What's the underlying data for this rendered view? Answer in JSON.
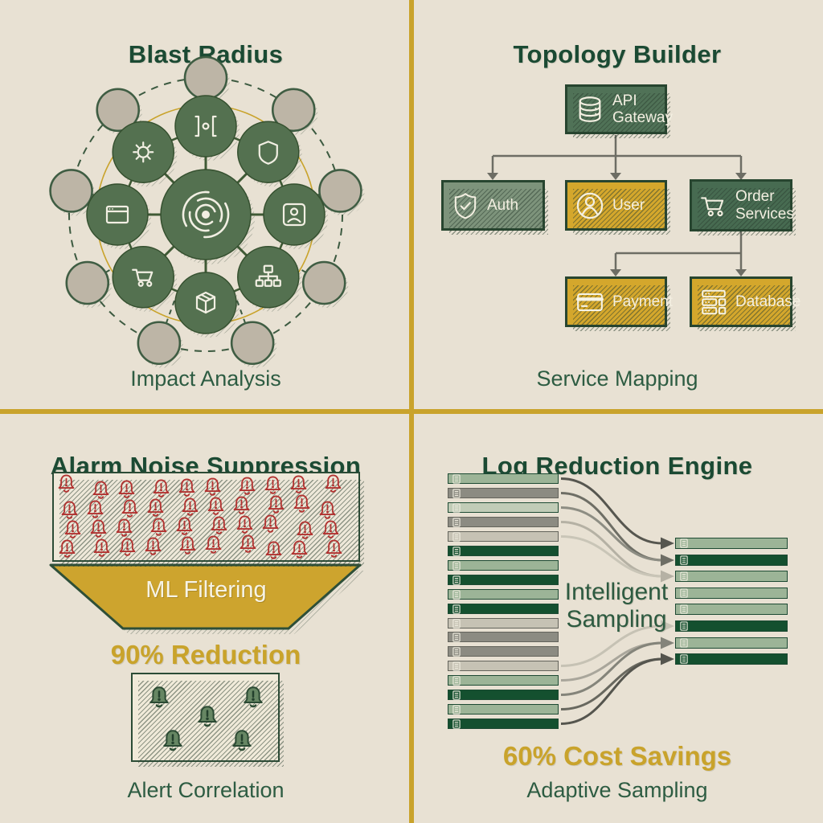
{
  "palette": {
    "bg": "#e8e1d3",
    "gold": "#c9a32b",
    "title_green": "#1b4a33",
    "caption_green": "#2d5c42",
    "alert_red": "#b23230",
    "icon_cream": "#f2efe3",
    "node_green": "#547150",
    "node_beige": "#bdb5a6",
    "line_green": "#3f5a35",
    "arrow_gray": "#6d6d64"
  },
  "quadrants": {
    "blast_radius": {
      "title": "Blast Radius",
      "caption": "Impact Analysis",
      "center_icon": "radar-pulse-icon",
      "inner_icons": [
        "gateway-icon",
        "shield-icon",
        "user-badge-icon",
        "sitemap-icon",
        "package-icon",
        "cart-icon",
        "browser-icon",
        "gear-icon"
      ],
      "outer_node_count": 9
    },
    "topology_builder": {
      "title": "Topology Builder",
      "caption": "Service Mapping",
      "nodes": [
        {
          "label": "API Gateway",
          "icon": "database-cylinder-icon",
          "variant": "green"
        },
        {
          "label": "Auth",
          "icon": "shield-check-icon",
          "variant": "sage"
        },
        {
          "label": "User",
          "icon": "user-circle-icon",
          "variant": "gold"
        },
        {
          "label": "Order Services",
          "icon": "cart-icon",
          "variant": "dkgreen"
        },
        {
          "label": "Payment",
          "icon": "credit-card-icon",
          "variant": "gold"
        },
        {
          "label": "Database",
          "icon": "server-icon",
          "variant": "gold"
        }
      ]
    },
    "alarm_suppression": {
      "title": "Alarm Noise Suppression",
      "funnel_label": "ML Filtering",
      "stat": "90% Reduction",
      "caption": "Alert Correlation",
      "noisy_alert_count": 40,
      "correlated_alert_count": 5
    },
    "log_reduction": {
      "title": "Log Reduction Engine",
      "process_label_line1": "Intelligent",
      "process_label_line2": "Sampling",
      "stat": "60% Cost Savings",
      "caption": "Adaptive Sampling",
      "left_bars": [
        "sage",
        "gray",
        "pale",
        "gray",
        "lightgray",
        "dark",
        "sage",
        "dark",
        "sage",
        "dark",
        "lightgray",
        "gray",
        "gray",
        "lightgray",
        "sage",
        "dark",
        "sage",
        "dark"
      ],
      "right_bars": [
        "sage",
        "dark",
        "sage",
        "sage",
        "sage",
        "dark",
        "sage",
        "dark"
      ],
      "bar_colors": {
        "sage": "#9cb497",
        "dark": "#14502f",
        "pale": "#c1ccb7",
        "gray": "#8c8b82",
        "lightgray": "#c6c2b4"
      }
    }
  }
}
